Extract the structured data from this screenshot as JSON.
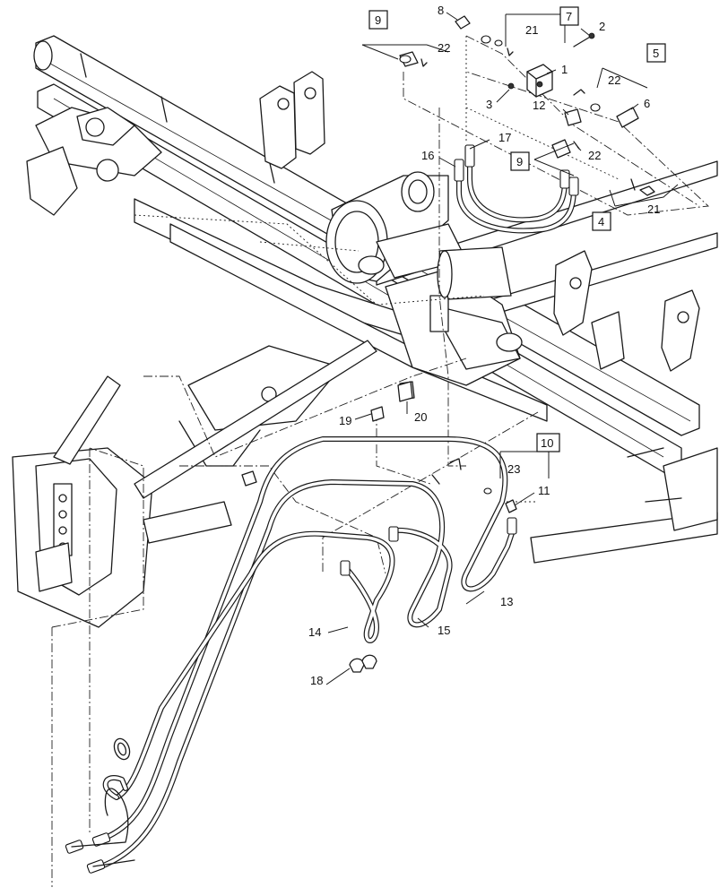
{
  "callouts": [
    {
      "id": "c1",
      "text": "1"
    },
    {
      "id": "c2",
      "text": "2"
    },
    {
      "id": "c3",
      "text": "3"
    },
    {
      "id": "c4",
      "text": "4",
      "boxed": true
    },
    {
      "id": "c5",
      "text": "5",
      "boxed": true
    },
    {
      "id": "c6",
      "text": "6"
    },
    {
      "id": "c7",
      "text": "7",
      "boxed": true
    },
    {
      "id": "c8",
      "text": "8"
    },
    {
      "id": "c9a",
      "text": "9",
      "boxed": true
    },
    {
      "id": "c9b",
      "text": "9",
      "boxed": true
    },
    {
      "id": "c10",
      "text": "10",
      "boxed": true
    },
    {
      "id": "c11",
      "text": "11"
    },
    {
      "id": "c12",
      "text": "12"
    },
    {
      "id": "c13",
      "text": "13"
    },
    {
      "id": "c14",
      "text": "14"
    },
    {
      "id": "c15",
      "text": "15"
    },
    {
      "id": "c16",
      "text": "16"
    },
    {
      "id": "c17",
      "text": "17"
    },
    {
      "id": "c18",
      "text": "18"
    },
    {
      "id": "c19",
      "text": "19"
    },
    {
      "id": "c20",
      "text": "20"
    },
    {
      "id": "c21a",
      "text": "21"
    },
    {
      "id": "c21b",
      "text": "21"
    },
    {
      "id": "c22a",
      "text": "22"
    },
    {
      "id": "c22b",
      "text": "22"
    },
    {
      "id": "c22c",
      "text": "22"
    },
    {
      "id": "c23",
      "text": "23"
    }
  ]
}
